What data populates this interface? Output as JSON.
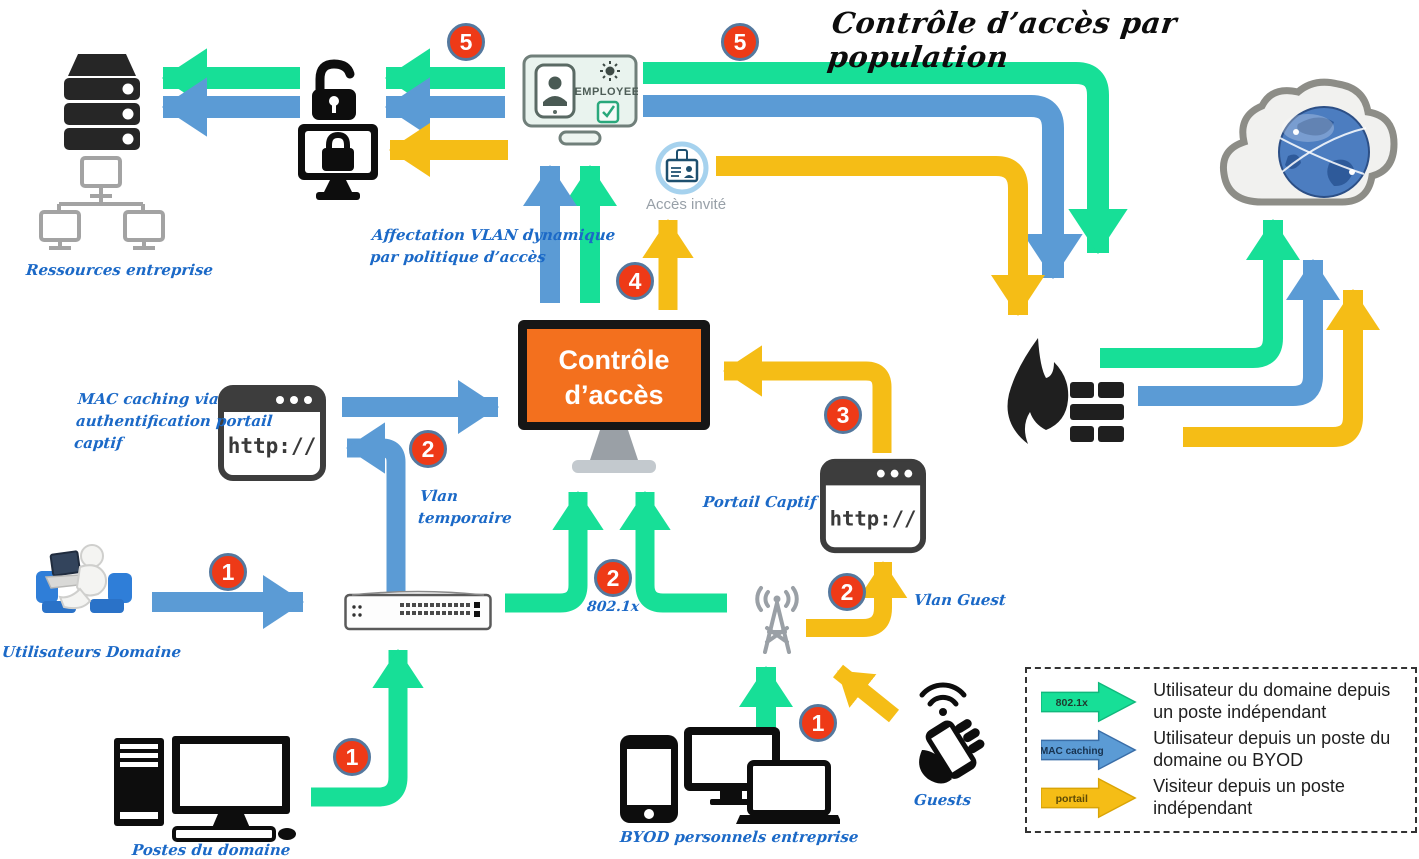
{
  "title": "Contrôle d’accès par population",
  "colors": {
    "green": "#17DF97",
    "blue": "#5B9BD5",
    "yellow": "#F5BD16",
    "badge_red": "#EE3A17",
    "badge_border": "#54789E",
    "screen_orange": "#F3701E",
    "script_blue": "#1B69C7"
  },
  "nodes": {
    "ressources": {
      "label": "Ressources entreprise"
    },
    "employee_monitor": {
      "label": "EMPLOYEE"
    },
    "acces_invite": {
      "label": "Accès invité"
    },
    "controle": {
      "line1": "Contrôle",
      "line2": "d’accès"
    },
    "browser": {
      "label": "http://"
    },
    "utilisateurs_domaine": {
      "label": "Utilisateurs Domaine"
    },
    "postes_domaine": {
      "label": "Postes du domaine"
    },
    "byod": {
      "label": "BYOD personnels entreprise"
    },
    "guests": {
      "label": "Guests"
    }
  },
  "annotations": {
    "affectation_l1": "Affectation VLAN dynamique",
    "affectation_l2": "par politique d’accès",
    "mac_caching_l1": "MAC caching via",
    "mac_caching_l2": "authentification portail",
    "mac_caching_l3": "captif",
    "vlan_temporaire_l1": "Vlan",
    "vlan_temporaire_l2": "temporaire",
    "dot1x": "802.1x",
    "portail_captif": "Portail Captif",
    "vlan_guest": "Vlan Guest"
  },
  "badges": [
    {
      "value": "5"
    },
    {
      "value": "5"
    },
    {
      "value": "4"
    },
    {
      "value": "2"
    },
    {
      "value": "2"
    },
    {
      "value": "2"
    },
    {
      "value": "3"
    },
    {
      "value": "1"
    },
    {
      "value": "1"
    },
    {
      "value": "1"
    }
  ],
  "legend": {
    "items": [
      {
        "arrow_label": "802.1x",
        "color": "#17DF97",
        "edge": "#10b87c",
        "text": "Utilisateur du domaine depuis un poste indépendant"
      },
      {
        "arrow_label": "MAC caching",
        "color": "#5B9BD5",
        "edge": "#3a6ea8",
        "text": "Utilisateur depuis un poste du domaine ou BYOD"
      },
      {
        "arrow_label": "portail",
        "color": "#F5BD16",
        "edge": "#d9a406",
        "text": "Visiteur depuis un poste indépendant"
      }
    ]
  },
  "icons": {
    "server-stack-icon": "svg-shape",
    "network-tree-icon": "svg-shape",
    "padlock-open-icon": "svg-shape",
    "locked-screen-icon": "svg-shape",
    "employee-badge-monitor-icon": "svg-shape",
    "guest-id-badge-icon": "svg-shape",
    "http-browser-icon": "svg-shape",
    "network-switch-icon": "svg-shape",
    "wifi-antenna-icon": "svg-shape",
    "seated-user-laptop-icon": "svg-shape",
    "desktop-computer-icon": "svg-shape",
    "byod-devices-icon": "svg-shape",
    "hand-holding-phone-icon": "svg-shape",
    "firewall-icon": "svg-shape",
    "internet-cloud-icon": "svg-shape"
  }
}
